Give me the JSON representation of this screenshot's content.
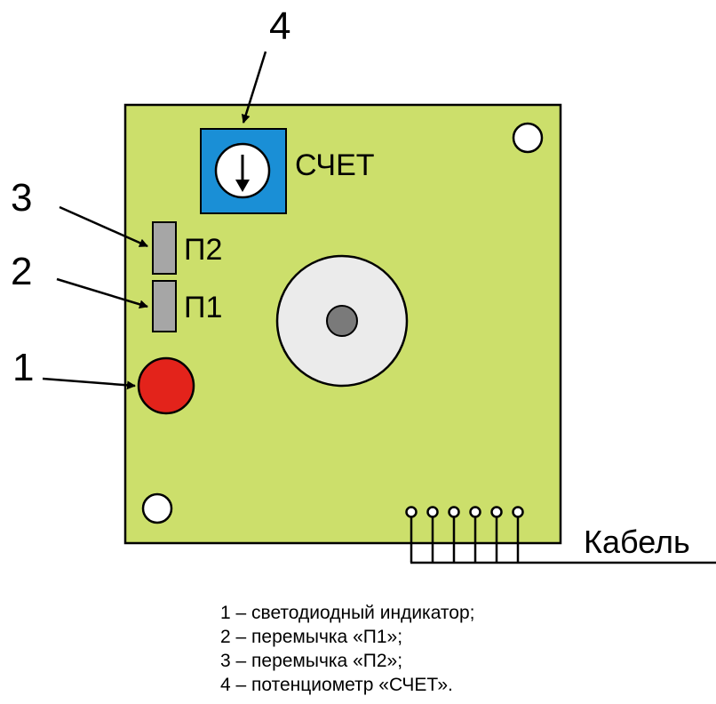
{
  "board": {
    "potentiometer_label": "СЧЕТ",
    "jumper_p2_label": "П2",
    "jumper_p1_label": "П1",
    "cable_label": "Кабель"
  },
  "callouts": [
    "4",
    "3",
    "2",
    "1"
  ],
  "legend": [
    "1 – светодиодный индикатор;",
    "2 – перемычка «П1»;",
    "3 – перемычка «П2»;",
    "4 – потенциометр «СЧЕТ»."
  ],
  "colors": {
    "board": "#ccdf6b",
    "potentiometer": "#1a8fd6",
    "led": "#e3231b",
    "jumper": "#a6a6a6",
    "buzzer": "#ebebeb",
    "buzzer_center": "#7a7a7a"
  }
}
